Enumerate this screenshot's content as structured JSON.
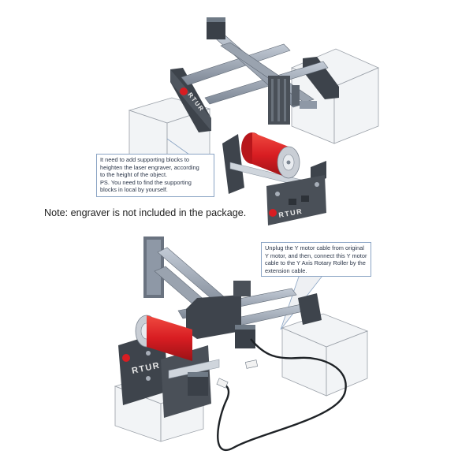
{
  "callout_top": {
    "lines": [
      "It need to add supporting blocks to",
      "heighten the laser engraver, according",
      "to the height of the object.",
      "PS. You need to find the supporting",
      "blocks in local by yourself."
    ]
  },
  "note": "Note: engraver is not included in the package.",
  "callout_bottom": {
    "lines": [
      "Unplug the Y motor cable from original",
      "Y motor, and then, connect this Y motor",
      "cable to the Y Axis Rotary Roller by the",
      "extension cable."
    ]
  },
  "brand": {
    "top_frame": "RTUR",
    "top_roller": "RTUR",
    "bottom_roller": "RTUR"
  },
  "colors": {
    "frame": "#444a52",
    "rail": "#8e98a6",
    "roller_red": "#d81d22",
    "block_edge": "#9aa0a8",
    "callout_border": "#8aa4c4"
  }
}
